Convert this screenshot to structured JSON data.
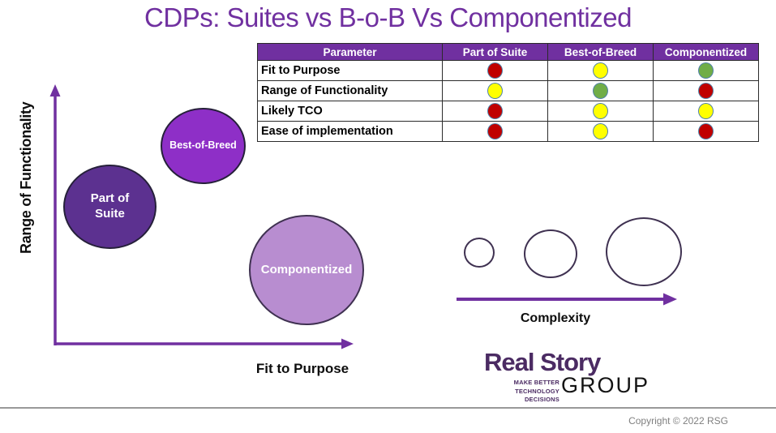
{
  "slide": {
    "title": "CDPs: Suites vs B-o-B Vs Componentized",
    "copyright": "Copyright © 2022 RSG"
  },
  "theme": {
    "accent_purple": "#7030a0",
    "logo_purple": "#4b2b63",
    "outline_purple": "#3f3151"
  },
  "table": {
    "headers": [
      "Parameter",
      "Part of Suite",
      "Best-of-Breed",
      "Componentized"
    ],
    "rating_colors": {
      "red": "#c00000",
      "yellow": "#ffff00",
      "green": "#70ad47"
    },
    "rows": [
      {
        "parameter": "Fit to Purpose",
        "ratings": [
          "red",
          "yellow",
          "green"
        ]
      },
      {
        "parameter": "Range of Functionality",
        "ratings": [
          "yellow",
          "green",
          "red"
        ]
      },
      {
        "parameter": "Likely TCO",
        "ratings": [
          "red",
          "yellow",
          "yellow"
        ]
      },
      {
        "parameter": "Ease of implementation",
        "ratings": [
          "red",
          "yellow",
          "red"
        ]
      }
    ]
  },
  "chart": {
    "y_axis_label": "Range of Functionality",
    "x_axis_label": "Fit to Purpose",
    "bubbles": [
      {
        "label": "Part of Suite",
        "fill": "#5c3190",
        "fit_to_purpose": "low",
        "range_of_functionality": "medium",
        "complexity_size": "medium"
      },
      {
        "label": "Best-of-Breed",
        "fill": "#8e2fc7",
        "fit_to_purpose": "medium",
        "range_of_functionality": "high",
        "complexity_size": "small"
      },
      {
        "label": "Componentized",
        "fill": "#b88dd0",
        "fit_to_purpose": "high",
        "range_of_functionality": "low",
        "complexity_size": "large"
      }
    ]
  },
  "legend": {
    "label": "Complexity"
  },
  "logo": {
    "main": "Real Story",
    "group": "GROUP",
    "tagline_line1": "MAKE BETTER",
    "tagline_line2": "TECHNOLOGY DECISIONS"
  }
}
